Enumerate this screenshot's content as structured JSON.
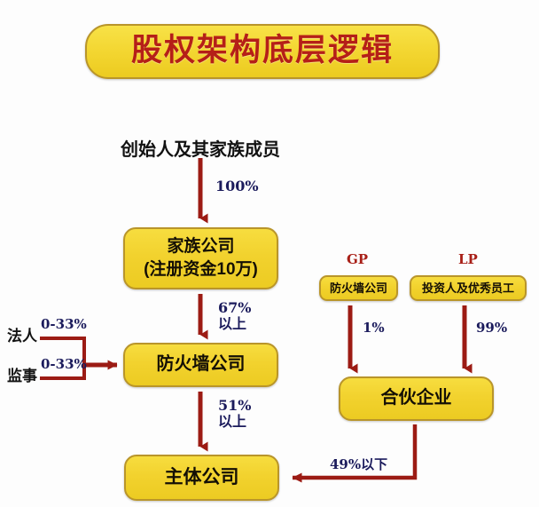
{
  "title": {
    "text": "股权架构底层逻辑",
    "box_color": "#f3d631",
    "text_color": "#b51f18"
  },
  "theme": {
    "box_fill": "#f2d22e",
    "box_border": "#b9952a",
    "arrow_color": "#9c1b14",
    "label_navy": "#1b1b5c",
    "label_red": "#a81f17",
    "text_black": "#121212"
  },
  "nodes": {
    "founder": {
      "label": "创始人及其家族成员",
      "style": "plain-text"
    },
    "family_company": {
      "line1": "家族公司",
      "line2": "(注册资金10万)",
      "style": "yellow-box"
    },
    "firewall_company": {
      "label": "防火墙公司",
      "style": "yellow-box"
    },
    "entity_company": {
      "label": "主体公司",
      "style": "yellow-box"
    },
    "legal_person": {
      "label": "法人",
      "style": "plain-text"
    },
    "supervisor": {
      "label": "监事",
      "style": "plain-text"
    },
    "gp_firewall": {
      "label": "防火墙公司",
      "role": "GP",
      "style": "yellow-box"
    },
    "lp_investors": {
      "label": "投资人及优秀员工",
      "role": "LP",
      "style": "yellow-box"
    },
    "partnership": {
      "label": "合伙企业",
      "style": "yellow-box"
    }
  },
  "role_tags": {
    "gp": "GP",
    "lp": "LP"
  },
  "edges": {
    "founder_to_family": {
      "value": "100%"
    },
    "family_to_firewall": {
      "value": "67%",
      "qualifier": "以上"
    },
    "firewall_to_entity": {
      "value": "51%",
      "qualifier": "以上"
    },
    "legal_person_to_firewall": {
      "value": "0-33%"
    },
    "supervisor_to_firewall": {
      "value": "0-33%"
    },
    "gp_to_partnership": {
      "value": "1%"
    },
    "lp_to_partnership": {
      "value": "99%"
    },
    "partnership_to_entity": {
      "value": "49%以下"
    }
  }
}
